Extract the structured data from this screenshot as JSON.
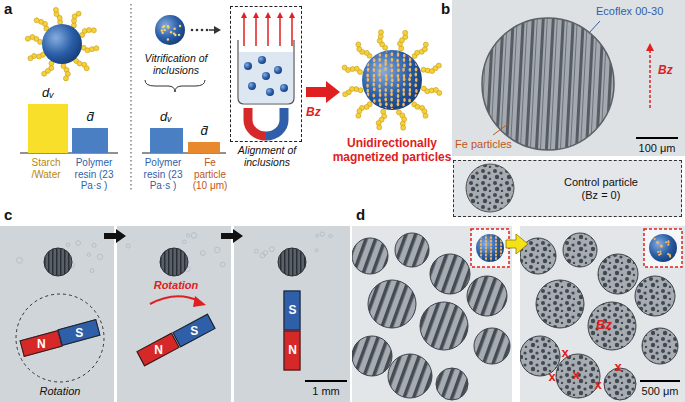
{
  "diagram": {
    "nodes": [
      {
        "text": [
          "Alignment of inclusions"
        ]
      },
      {
        "text": [
          "Control particle",
          "(Bz = 0)"
        ]
      },
      {
        "text": [
          "N"
        ]
      },
      {
        "text": [
          "S"
        ]
      },
      {
        "text": [
          "N"
        ]
      },
      {
        "text": [
          "S"
        ]
      },
      {
        "text": [
          "S"
        ]
      },
      {
        "text": [
          "N"
        ]
      }
    ],
    "labels": [
      "a",
      "dᵥ",
      "d̄",
      "Starch /Water",
      "Polymer resin (23 Pa·s )",
      "Vitrification of inclusions",
      "dᵥ",
      "d̄",
      "Polymer resin (23 Pa·s )",
      "Fe particle (10 μm)",
      "Bz",
      "Unidirectionally magnetized particles",
      "b",
      "Ecoflex 00-30",
      "Fe particles",
      "Bz",
      "100 μm",
      "c",
      "Rotation",
      "Rotation",
      "1 mm",
      "d",
      "Bz",
      "x",
      "x",
      "x",
      "x",
      "x",
      "500 μm"
    ]
  }
}
